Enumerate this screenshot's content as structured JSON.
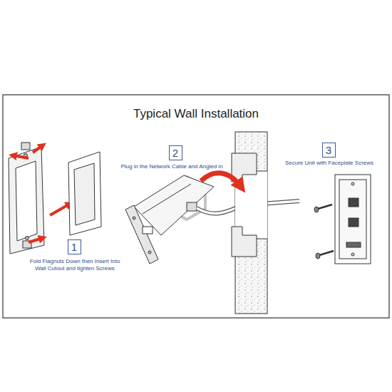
{
  "diagram": {
    "title": "Typical Wall Installation",
    "nodes": [
      {
        "text": [
          "1"
        ]
      },
      {
        "text": [
          "2"
        ]
      },
      {
        "text": [
          "3"
        ]
      }
    ],
    "labels": [
      "Fold Flagnuts Down then Insert Into Wall Cutout and tighten Screws",
      "Plug in the Network Cable and Angled in",
      "Secure Unit with Faceplate Screws"
    ]
  }
}
